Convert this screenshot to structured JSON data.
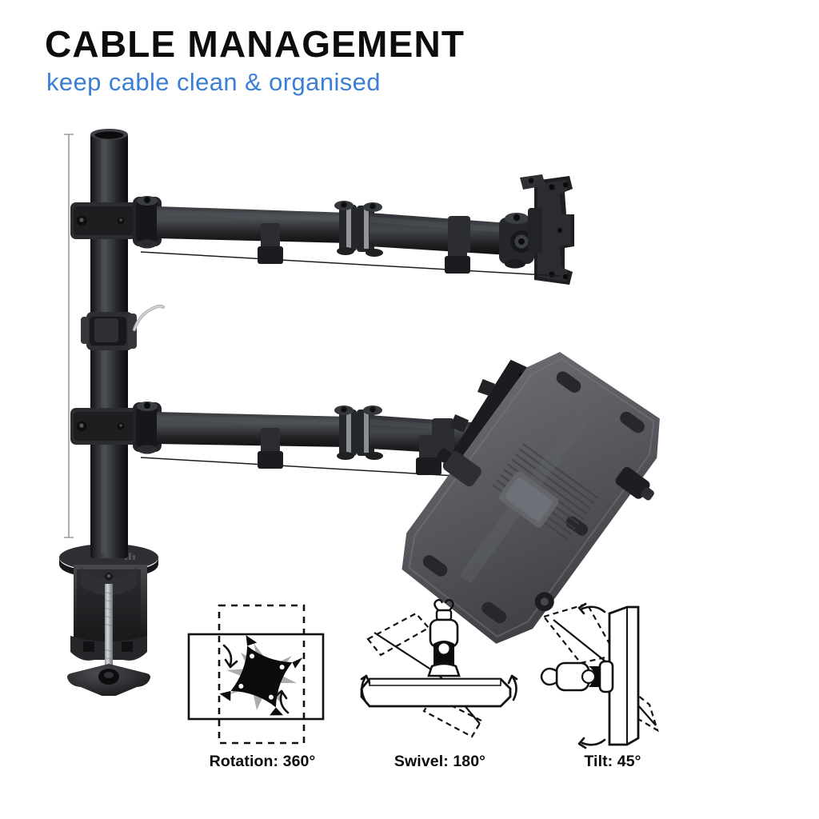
{
  "header": {
    "title": "CABLE MANAGEMENT",
    "subtitle": "keep cable clean & organised",
    "title_color": "#0d0d0d",
    "subtitle_color": "#3b7fd4"
  },
  "product": {
    "name": "dual-monitor-desk-mount",
    "description": "Dual arm monitor desk mount with C-clamp base, vertical pole, two articulating arms, VESA head and tilted monitor tray",
    "colors": {
      "metal_black": "#2b2b2d",
      "metal_dark": "#161617",
      "tray_grey": "#55565a",
      "screw_silver": "#b9bcc0",
      "cable_line": "#1c1c1c"
    },
    "parts": [
      "desk-c-clamp",
      "clamp-thumb-screw",
      "vertical-pole",
      "cable-clip-ring",
      "cable-hook",
      "upper-arm",
      "lower-arm",
      "arm-hinge-joint",
      "cable-management-clip",
      "vesa-head-plate",
      "monitor-tray"
    ]
  },
  "features": [
    {
      "id": "rotation",
      "label": "Rotation: 360°",
      "icon": "rotation-360-icon",
      "value": 360,
      "unit": "degrees"
    },
    {
      "id": "swivel",
      "label": "Swivel: 180°",
      "icon": "swivel-180-icon",
      "value": 180,
      "unit": "degrees"
    },
    {
      "id": "tilt",
      "label": "Tilt: 45°",
      "icon": "tilt-45-icon",
      "value": 45,
      "unit": "degrees"
    }
  ]
}
